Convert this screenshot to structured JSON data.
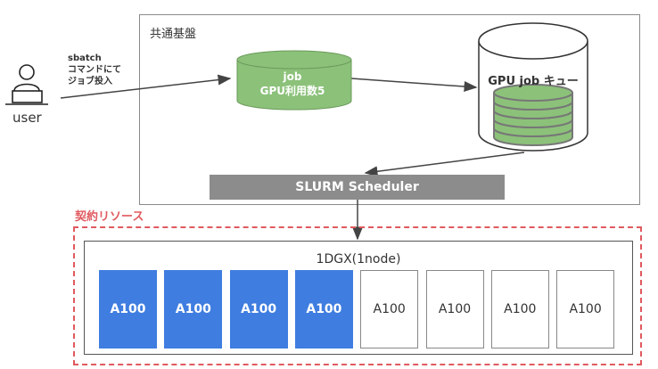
{
  "user": {
    "label": "user",
    "icon": "user-laptop-icon"
  },
  "submit": {
    "line1": "sbatch",
    "line2": "コマンドにて",
    "line3": "ジョブ投入"
  },
  "shared_platform": {
    "label": "共通基盤"
  },
  "job": {
    "line1": "job",
    "line2": "GPU利用数5",
    "color": "#8cc17a"
  },
  "queue": {
    "label": "GPU job キュー",
    "stack_color": "#8cc17a"
  },
  "scheduler": {
    "label": "SLURM Scheduler",
    "color": "#8c8c8c"
  },
  "contract": {
    "label": "契約リソース",
    "color": "#e05a5f"
  },
  "dgx": {
    "label": "1DGX(1node)",
    "gpus": [
      {
        "label": "A100",
        "state": "used"
      },
      {
        "label": "A100",
        "state": "used"
      },
      {
        "label": "A100",
        "state": "used"
      },
      {
        "label": "A100",
        "state": "used"
      },
      {
        "label": "A100",
        "state": "free"
      },
      {
        "label": "A100",
        "state": "free"
      },
      {
        "label": "A100",
        "state": "free"
      },
      {
        "label": "A100",
        "state": "free"
      }
    ],
    "used_color": "#3f7de0"
  }
}
